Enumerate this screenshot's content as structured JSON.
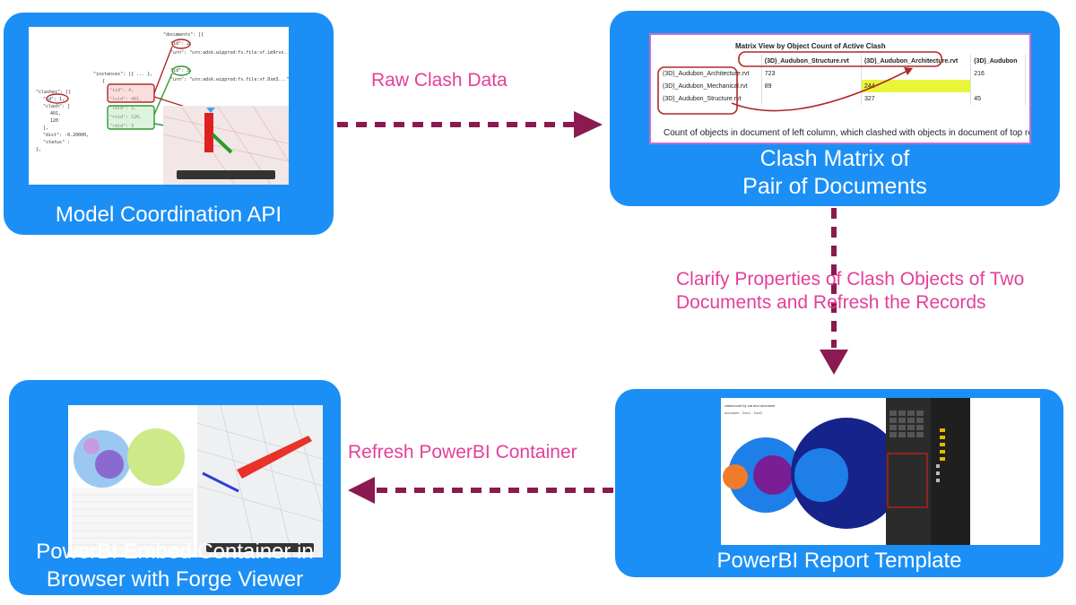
{
  "nodes": {
    "model_coordination": {
      "caption": "Model Coordination API"
    },
    "clash_matrix": {
      "caption_line1": "Clash Matrix of",
      "caption_line2": "Pair of Documents",
      "screenshot": {
        "title": "Matrix View by Object Count of Active Clash",
        "columns": [
          "",
          "(3D)_Audubon_Structure.rvt",
          "(3D)_Audubon_Architecture.rvt",
          "(3D)_Audubon"
        ],
        "rows": [
          {
            "label": "(3D)_Audubon_Architecture.rvt",
            "values": [
              "723",
              "",
              "216"
            ]
          },
          {
            "label": "(3D)_Audubon_Mechanical.rvt",
            "values": [
              "89",
              "244",
              ""
            ]
          },
          {
            "label": "(3D)_Audubon_Structure.rvt",
            "values": [
              "",
              "327",
              "45"
            ]
          }
        ],
        "note": "Count of objects in document of left column, which clashed with objects in document of top row"
      }
    },
    "powerbi_template": {
      "caption": "PowerBI Report Template"
    },
    "embed_container": {
      "caption_line1": "PowerBI Embed Container in",
      "caption_line2": "Browser with Forge Viewer"
    }
  },
  "edges": {
    "raw": "Raw Clash Data",
    "clarify_line1": "Clarify Properties of Clash Objects of Two",
    "clarify_line2": "Documents and Refresh the Records",
    "refresh": "Refresh PowerBI Container"
  },
  "colors": {
    "box": "#1b8ff5",
    "arrow": "#8a1a4f",
    "label": "#e43f9a",
    "highlight": "#e8f53a",
    "callout": "#b02828"
  }
}
